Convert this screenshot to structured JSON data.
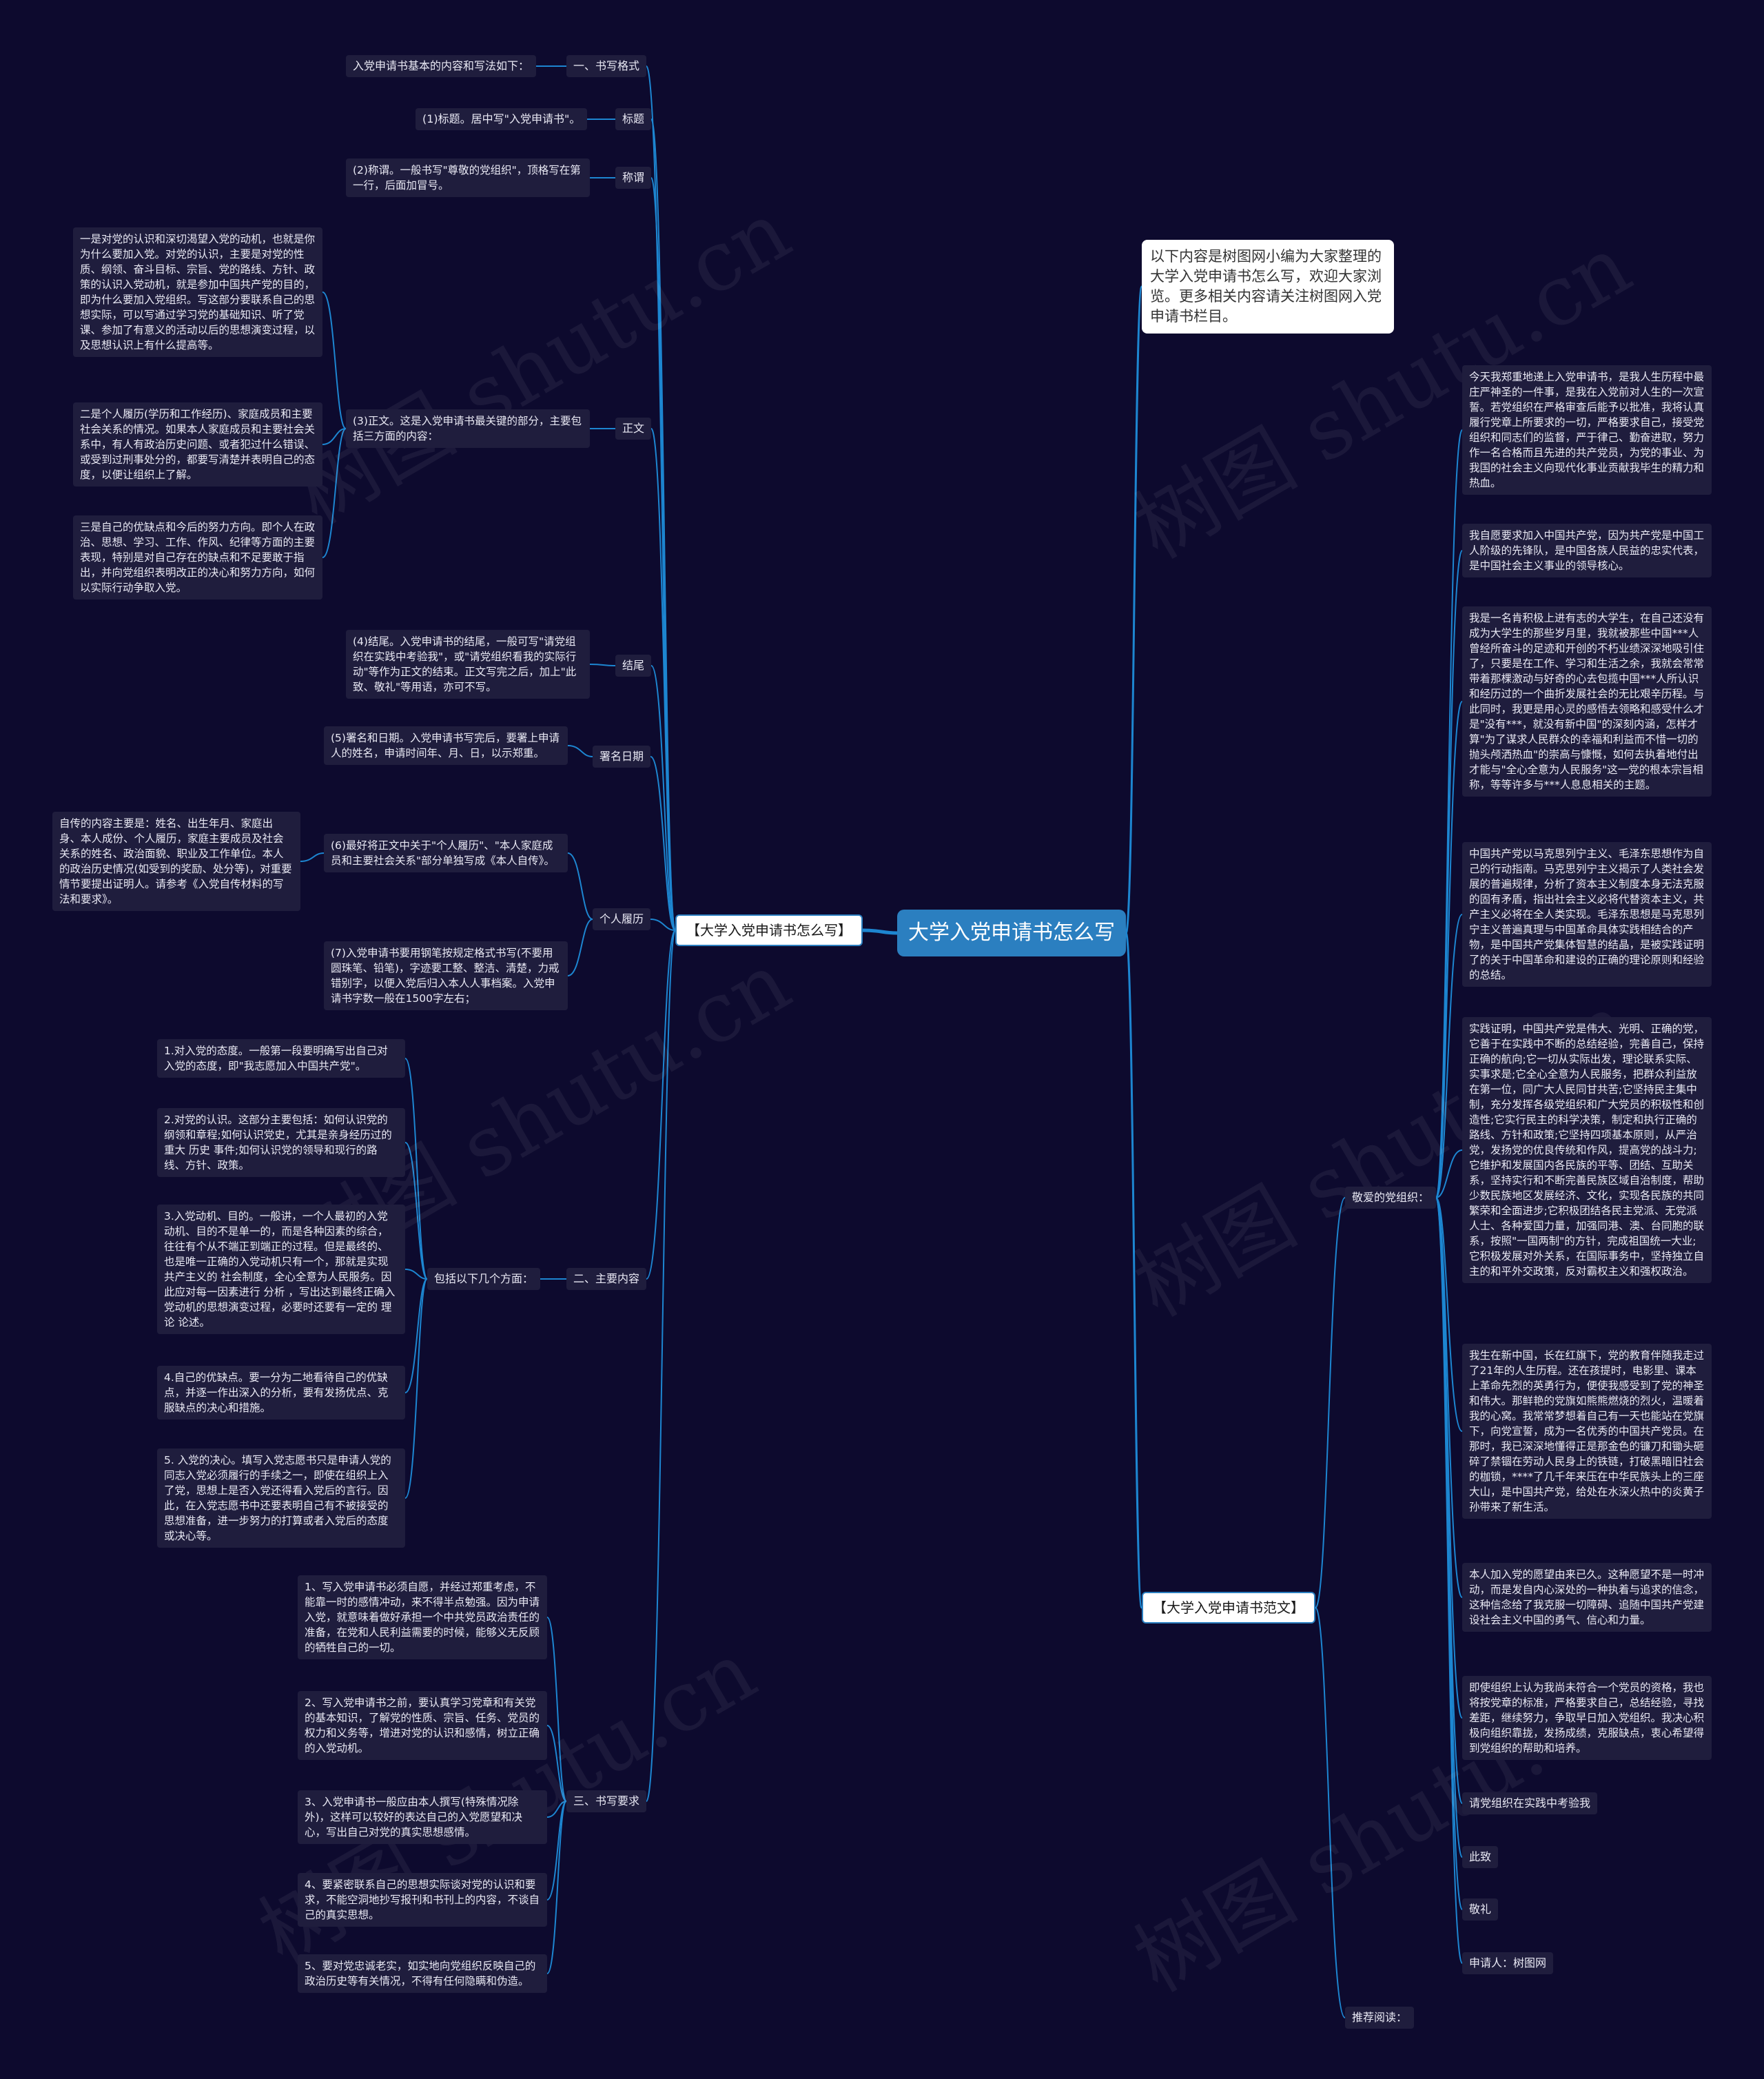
{
  "root": "大学入党申请书怎么写",
  "intro": "以下内容是树图网小编为大家整理的大学入党申请书怎么写，欢迎大家浏览。更多相关内容请关注树图网入党申请书栏目。",
  "branches": {
    "left": "【大学入党申请书怎么写】",
    "right": "【大学入党申请书范文】"
  },
  "left_topics": {
    "format": "一、书写格式",
    "title": "标题",
    "salutation": "称谓",
    "body": "正文",
    "ending": "结尾",
    "signature_date": "署名日期",
    "resume": "个人履历",
    "main_content": "二、主要内容",
    "main_content_sub": "包括以下几个方面：",
    "requirements": "三、书写要求"
  },
  "left_texts": {
    "format": "入党申请书基本的内容和写法如下：",
    "title": "(1)标题。居中写\"入党申请书\"。",
    "salutation": "(2)称谓。一般书写\"尊敬的党组织\"，顶格写在第一行，后面加冒号。",
    "body": "(3)正文。这是入党申请书最关键的部分，主要包括三方面的内容：",
    "body_points": [
      "一是对党的认识和深切渴望入党的动机，也就是你为什么要加入党。对党的认识，主要是对党的性质、纲领、奋斗目标、宗旨、党的路线、方针、政策的认识入党动机，就是参加中国共产党的目的，即为什么要加入党组织。写这部分要联系自己的思想实际，可以写通过学习党的基础知识、听了党课、参加了有意义的活动以后的思想演变过程，以及思想认识上有什么提高等。",
      "二是个人履历(学历和工作经历)、家庭成员和主要社会关系的情况。如果本人家庭成员和主要社会关系中，有人有政治历史问题、或者犯过什么错误、或受到过刑事处分的，都要写清楚并表明自己的态度，以便让组织上了解。",
      "三是自己的优缺点和今后的努力方向。即个人在政治、思想、学习、工作、作风、纪律等方面的主要表现，特别是对自己存在的缺点和不足要敢于指出，并向党组织表明改正的决心和努力方向，如何以实际行动争取入党。"
    ],
    "ending": "(4)结尾。入党申请书的结尾，一般可写\"请党组织在实践中考验我\"，或\"请党组织看我的实际行动\"等作为正文的结束。正文写完之后，加上\"此致、敬礼\"等用语，亦可不写。",
    "signature_date": "(5)署名和日期。入党申请书写完后，要署上申请人的姓名，申请时间年、月、日，以示郑重。",
    "resume_1": "(6)最好将正文中关于\"个人履历\"、\"本人家庭成员和主要社会关系\"部分单独写成《本人自传》。",
    "resume_1_detail": "自传的内容主要是：姓名、出生年月、家庭出身、本人成份、个人履历，家庭主要成员及社会关系的姓名、政治面貌、职业及工作单位。本人的政治历史情况(如受到的奖励、处分等)，对重要情节要提出证明人。请参考《入党自传材料的写法和要求》。",
    "resume_2": "(7)入党申请书要用钢笔按规定格式书写(不要用圆珠笔、铅笔)，字迹要工整、整洁、清楚，力戒错别字，以便入党后归入本人人事档案。入党申请书字数一般在1500字左右；",
    "main_points": [
      "1.对入党的态度。一般第一段要明确写出自己对入党的态度，即\"我志愿加入中国共产党\"。",
      "2.对党的认识。这部分主要包括：如何认识党的纲领和章程;如何认识党史，尤其是亲身经历过的重大 历史 事件;如何认识党的领导和现行的路线、方针、政策。",
      "3.入党动机、目的。一般讲，一个人最初的入党动机、目的不是单一的，而是各种因素的综合，往往有个从不端正到端正的过程。但是最终的、也是唯一正确的入党动机只有一个，那就是实现共产主义的 社会制度，全心全意为人民服务。因此应对每一因素进行 分析 ，写出达到最终正确入党动机的思想演变过程，必要时还要有一定的 理论 论述。",
      "4.自己的优缺点。要一分为二地看待自己的优缺点，并逐一作出深入的分析，要有发扬优点、克服缺点的决心和措施。",
      "5. 入党的决心。填写入党志愿书只是申请人党的同志入党必须履行的手续之一，即使在组织上入了党，思想上是否入党还得看入党后的言行。因此，在入党志愿书中还要表明自己有不被接受的思想准备，进一步努力的打算或者入党后的态度或决心等。"
    ],
    "requirement_points": [
      "1、写入党申请书必须自愿，并经过郑重考虑，不能靠一时的感情冲动，来不得半点勉强。因为申请入党，就意味着做好承担一个中共党员政治责任的准备，在党和人民利益需要的时候，能够义无反顾的牺牲自己的一切。",
      "2、写入党申请书之前，要认真学习党章和有关党的基本知识，了解党的性质、宗旨、任务、党员的权力和义务等，增进对党的认识和感情，树立正确的入党动机。",
      "3、入党申请书一般应由本人撰写(特殊情况除外)，这样可以较好的表达自己的入党愿望和决心，写出自己对党的真实思想感情。",
      "4、要紧密联系自己的思想实际谈对党的认识和要求，不能空洞地抄写报刊和书刊上的内容，不谈自己的真实思想。",
      "5、要对党忠诚老实，如实地向党组织反映自己的政治历史等有关情况，不得有任何隐瞒和伪造。"
    ]
  },
  "right_topics": {
    "salutation": "敬爱的党组织：",
    "recommend": "推荐阅读："
  },
  "right_texts": {
    "paragraphs": [
      "今天我郑重地递上入党申请书，是我人生历程中最庄严神圣的一件事，是我在入党前对人生的一次宣誓。若党组织在严格审查后能予以批准，我将认真履行党章上所要求的一切，严格要求自己，接受党组织和同志们的监督，严于律己、勤奋进取，努力作一名合格而且先进的共产党员，为党的事业、为我国的社会主义向现代化事业贡献我毕生的精力和热血。",
      "我自愿要求加入中国共产党，因为共产党是中国工人阶级的先锋队，是中国各族人民益的忠实代表，是中国社会主义事业的领导核心。",
      "我是一名肯积极上进有志的大学生，在自己还没有成为大学生的那些岁月里，我就被那些中国***人曾经所奋斗的足迹和开创的不朽业绩深深地吸引住了，只要是在工作、学习和生活之余，我就会常常带着那棵激动与好奇的心去包揽中国***人所认识和经历过的一个曲折发展社会的无比艰辛历程。与此同时，我更是用心灵的感悟去领略和感受什么才是\"没有***，就没有新中国\"的深刻内涵，怎样才算\"为了谋求人民群众的幸福和利益而不惜一切的抛头颅洒热血\"的崇高与慷慨，如何去执着地付出才能与\"全心全意为人民服务\"这一党的根本宗旨相称，等等许多与***人息息相关的主题。",
      "中国共产党以马克思列宁主义、毛泽东思想作为自己的行动指南。马克思列宁主义揭示了人类社会发展的普遍规律，分析了资本主义制度本身无法克服的固有矛盾，指出社会主义必将代替资本主义，共产主义必将在全人类实现。毛泽东思想是马克思列宁主义普遍真理与中国革命具体实践相结合的产物，是中国共产党集体智慧的结晶，是被实践证明了的关于中国革命和建设的正确的理论原则和经验的总结。",
      "实践证明，中国共产党是伟大、光明、正确的党，它善于在实践中不断的总结经验，完善自己，保持正确的航向;它一切从实际出发，理论联系实际、实事求是;它全心全意为人民服务，把群众利益放在第一位，同广大人民同甘共苦;它坚持民主集中制，充分发挥各级党组织和广大党员的积极性和创造性;它实行民主的科学决策，制定和执行正确的路线、方针和政策;它坚持四项基本原则，从严治党，发扬党的优良传统和作风，提高党的战斗力;它维护和发展国内各民族的平等、团结、互助关系，坚持实行和不断完善民族区域自治制度，帮助少数民族地区发展经济、文化，实现各民族的共同繁荣和全面进步;它积极团结各民主党派、无党派人士、各种爱国力量，加强同港、澳、台同胞的联系，按照\"一国两制\"的方针，完成祖国统一大业;它积极发展对外关系，在国际事务中，坚持独立自主的和平外交政策，反对霸权主义和强权政治。",
      "我生在新中国，长在红旗下，党的教育伴随我走过了21年的人生历程。还在孩提时，电影里、课本上革命先烈的英勇行为，便使我感受到了党的神圣和伟大。那鲜艳的党旗如熊熊燃烧的烈火，温暖着我的心窝。我常常梦想着自己有一天也能站在党旗下，向党宣誓，成为一名优秀的中国共产党员。在那时，我已深深地懂得正是那金色的镰刀和锄头砸碎了禁锢在劳动人民身上的铁链，打破黑暗旧社会的枷锁，****了几千年来压在中华民族头上的三座大山，是中国共产党，给处在水深火热中的炎黄子孙带来了新生活。",
      "本人加入党的愿望由来已久。这种愿望不是一时冲动，而是发自内心深处的一种执着与追求的信念，这种信念给了我克服一切障碍、追随中国共产党建设社会主义中国的勇气、信心和力量。",
      "即使组织上认为我尚未符合一个党员的资格，我也将按党章的标准，严格要求自己，总结经验，寻找差距，继续努力，争取早日加入党组织。我决心积极向组织靠拢，发扬成绩，克服缺点，衷心希望得到党组织的帮助和培养。",
      "请党组织在实践中考验我",
      "此致",
      "敬礼",
      "申请人：树图网"
    ]
  },
  "watermark": "树图 shutu.cn",
  "colors": {
    "background": "#0d0a2e",
    "node": "#1f1d3d",
    "accent": "#2b7fc0",
    "wire": "#1d86d1"
  }
}
